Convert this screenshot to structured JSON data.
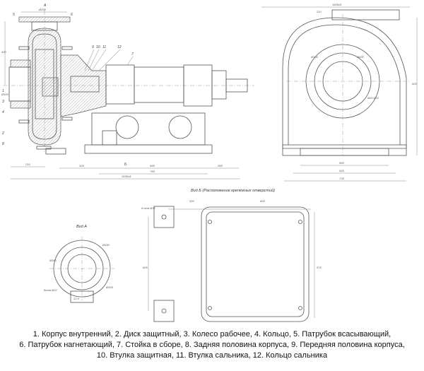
{
  "views": {
    "view_a_marker": "А",
    "view_b_marker": "Б",
    "view_b_title": "Вид Б (Расположение крепёжных отверстий)",
    "view_a_title": "Вид А"
  },
  "part_callouts": [
    "1",
    "2",
    "3",
    "4",
    "5",
    "6",
    "7",
    "8",
    "9",
    "10",
    "11",
    "12"
  ],
  "dimensions": {
    "main": [
      "Ø295",
      "430",
      "Ø320",
      "210",
      "329",
      "695",
      "268",
      "755",
      "1536±5"
    ],
    "side": [
      "1405±5",
      "210",
      "Ø360",
      "Ø430",
      "Ø20 Ø22",
      "555",
      "645",
      "735",
      "920"
    ],
    "view_b": [
      "6 отв Ø32",
      "320",
      "655",
      "605",
      "575"
    ],
    "view_a": [
      "Ø160",
      "Ø360",
      "Ø325",
      "8отв Ø22",
      "22.5"
    ]
  },
  "caption": {
    "line1": "1. Корпус внутренний, 2. Диск защитный, 3. Колесо рабочее, 4. Кольцо, 5. Патрубок всасывающий,",
    "line2": "6. Патрубок нагнетающий, 7. Стойка в сборе, 8. Задняя половина корпуса, 9. Передняя половина корпуса,",
    "line3": "10. Втулка защитная, 11. Втулка сальника, 12. Кольцо сальника"
  }
}
